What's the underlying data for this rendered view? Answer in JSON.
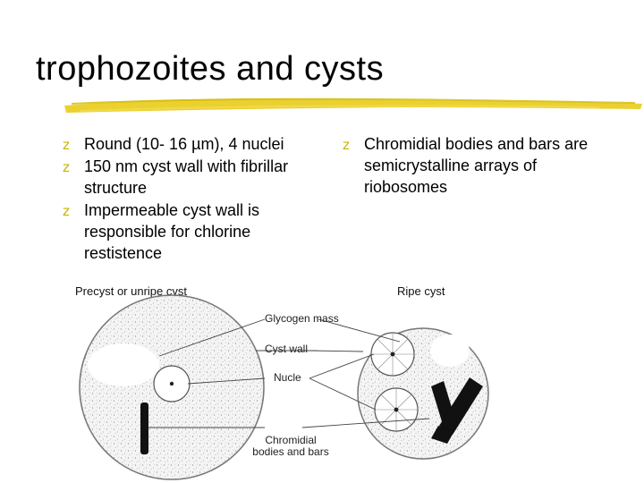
{
  "slide": {
    "title": "trophozoites and cysts"
  },
  "left_bullets": [
    {
      "text": "Round (10- 16 µm), 4 nuclei"
    },
    {
      "text": "150 nm cyst wall with fibrillar structure"
    },
    {
      "text": "Impermeable cyst wall is responsible for chlorine restistence"
    }
  ],
  "right_bullets": [
    {
      "text": "Chromidial bodies and bars are semicrystalline arrays of riobosomes"
    }
  ],
  "figure": {
    "left_caption": "Precyst or unripe cyst",
    "right_caption": "Ripe cyst",
    "labels": {
      "glycogen": "Glycogen mass",
      "cyst_wall": "Cyst wall",
      "nuclei": "Nucle",
      "chromidial": "Chromidial bodies and bars"
    }
  },
  "colors": {
    "accent": "#e0c400",
    "bullet": "#c9b300"
  }
}
